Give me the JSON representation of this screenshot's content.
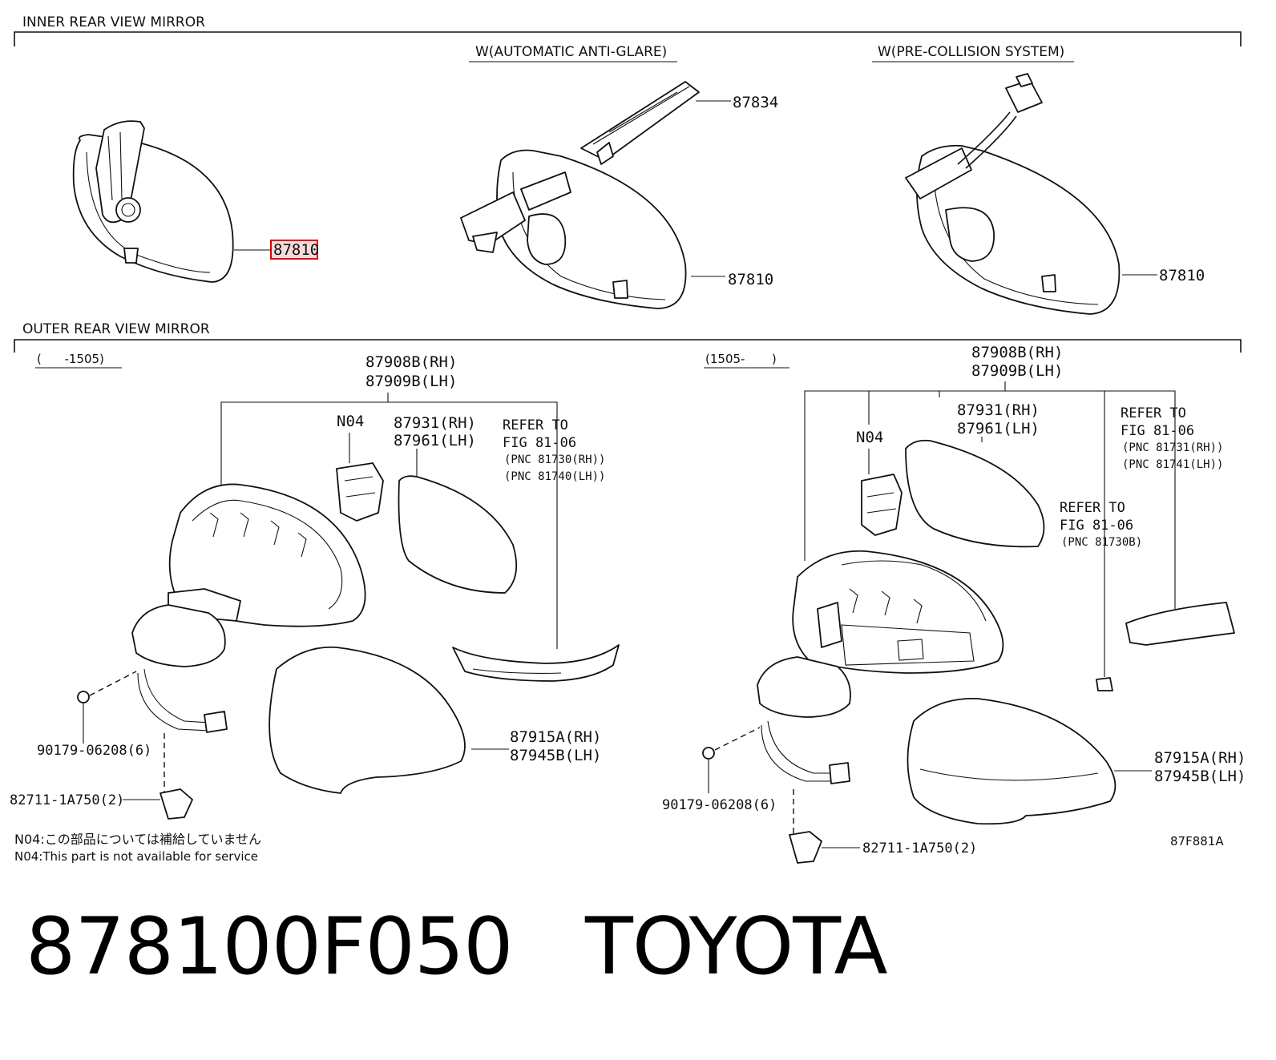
{
  "sections": {
    "inner_title": "INNER REAR VIEW MIRROR",
    "outer_title": "OUTER REAR VIEW MIRROR",
    "variant_anti_glare": "W(AUTOMATIC ANTI-GLARE)",
    "variant_pre_collision": "W(PRE-COLLISION SYSTEM)",
    "range_left": "(      -1505)",
    "range_right": "(1505-       )"
  },
  "labels": {
    "p87810_highlight": "87810",
    "p87810_b": "87810",
    "p87810_c": "87810",
    "p87834": "87834",
    "L_87908B": "87908B(RH)",
    "L_87909B": "87909B(LH)",
    "L_N04": "N04",
    "L_87931": "87931(RH)",
    "L_87961": "87961(LH)",
    "L_refer1": "REFER TO",
    "L_refer2": "FIG 81-06",
    "L_refer3": "(PNC 81730(RH))",
    "L_refer4": "(PNC 81740(LH))",
    "L_87915A": "87915A(RH)",
    "L_87945B": "87945B(LH)",
    "L_90179": "90179-06208(6)",
    "L_82711": "82711-1A750(2)",
    "R_87908B": "87908B(RH)",
    "R_87909B": "87909B(LH)",
    "R_87931": "87931(RH)",
    "R_87961": "87961(LH)",
    "R_N04": "N04",
    "R_refer1": "REFER TO",
    "R_refer2": "FIG 81-06",
    "R_refer3": "(PNC 81731(RH))",
    "R_refer4": "(PNC 81741(LH))",
    "R_referB1": "REFER TO",
    "R_referB2": "FIG 81-06",
    "R_referB3": "(PNC 81730B)",
    "R_87915A": "87915A(RH)",
    "R_87945B": "87945B(LH)",
    "R_90179": "90179-06208(6)",
    "R_82711": "82711-1A750(2)"
  },
  "notes": {
    "n04_jp": "N04:この部品については補給していません",
    "n04_en": "N04:This part is not available for service",
    "diagram_code": "87F881A"
  },
  "footer": {
    "part_number": "878100F050",
    "brand": "TOYOTA"
  },
  "colors": {
    "line": "#111111",
    "highlight": "#e00000",
    "highlight_fill": "#f6dada"
  }
}
